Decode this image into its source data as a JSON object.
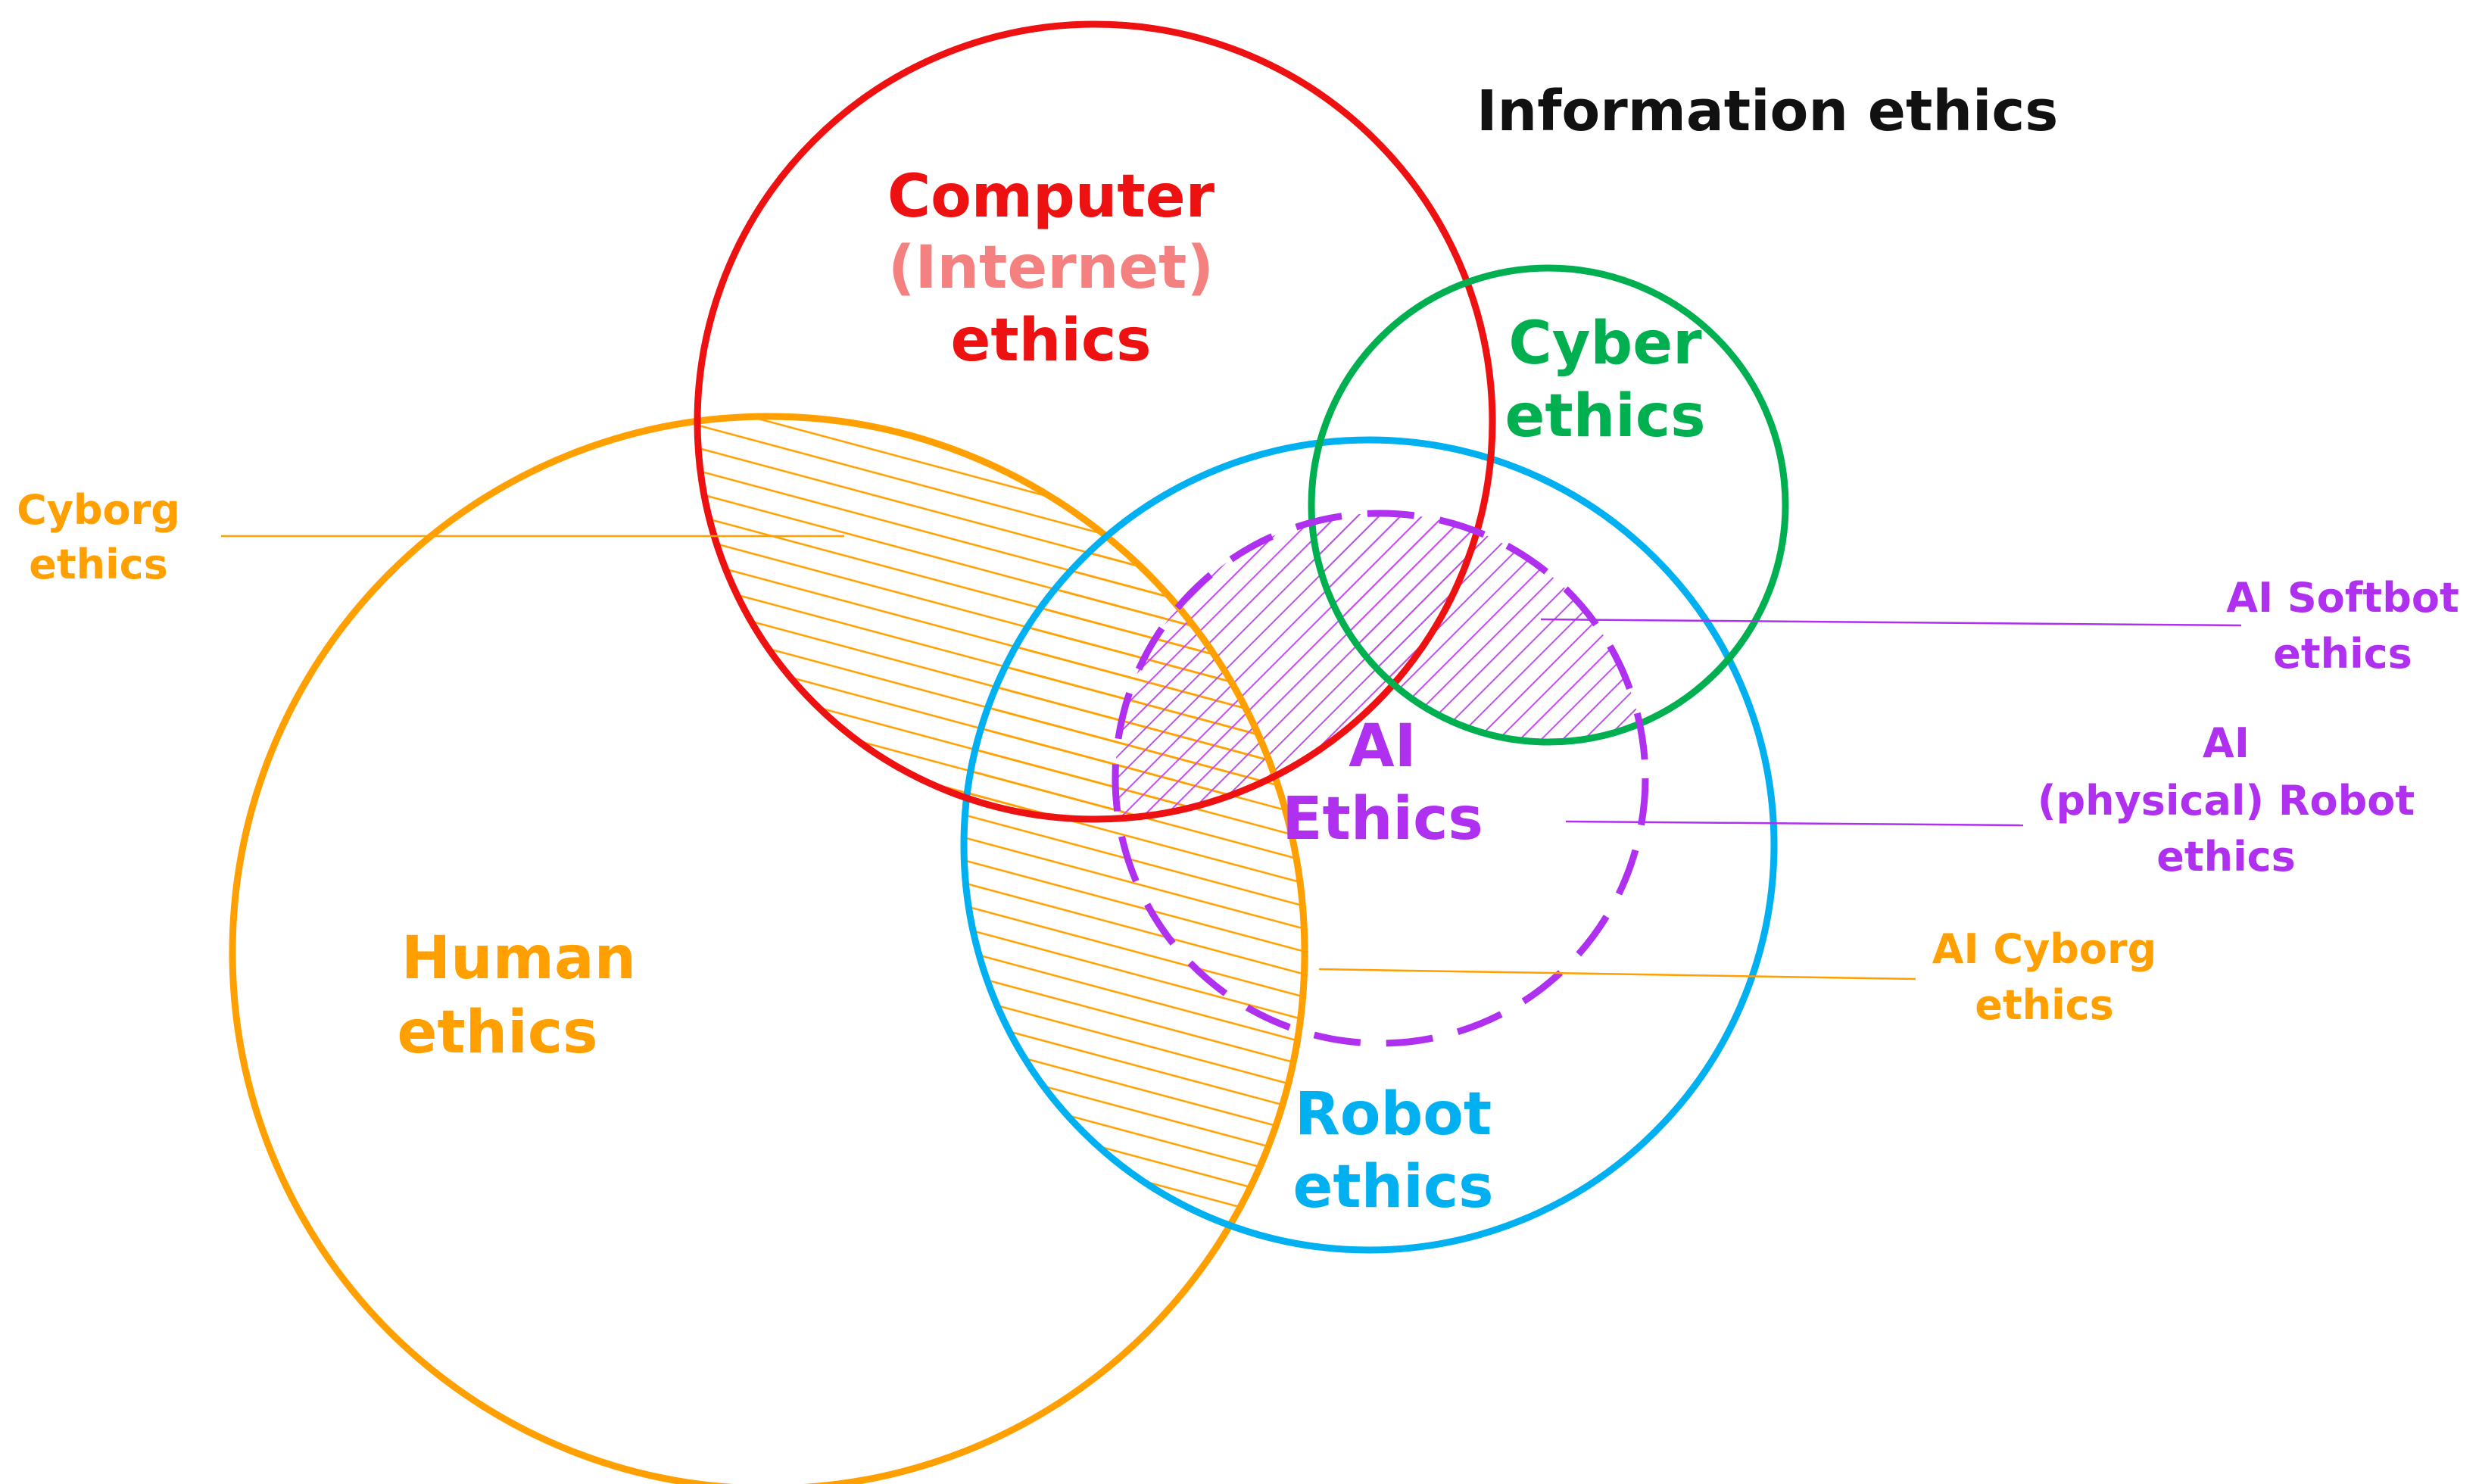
{
  "title": "Information ethics",
  "sets": {
    "computer": {
      "line1": "Computer",
      "line2": "(Internet)",
      "line3": "ethics",
      "color": "#ee1111",
      "subcolor": "#f48080"
    },
    "cyber": {
      "line1": "Cyber",
      "line2": "ethics",
      "color": "#00b050"
    },
    "human": {
      "line1": "Human",
      "line2": "ethics",
      "color": "#ffa000"
    },
    "robot": {
      "line1": "Robot",
      "line2": "ethics",
      "color": "#00b0f0"
    },
    "ai": {
      "line1": "AI",
      "line2": "Ethics",
      "color": "#b030f0"
    }
  },
  "callouts": {
    "cyborg": {
      "line1": "Cyborg",
      "line2": "ethics"
    },
    "ai_softbot": {
      "line1": "AI Softbot",
      "line2": "ethics"
    },
    "ai_robot": {
      "line1": "AI",
      "line2": "(physical) Robot",
      "line3": "ethics"
    },
    "ai_cyborg": {
      "line1": "AI Cyborg",
      "line2": "ethics"
    }
  }
}
